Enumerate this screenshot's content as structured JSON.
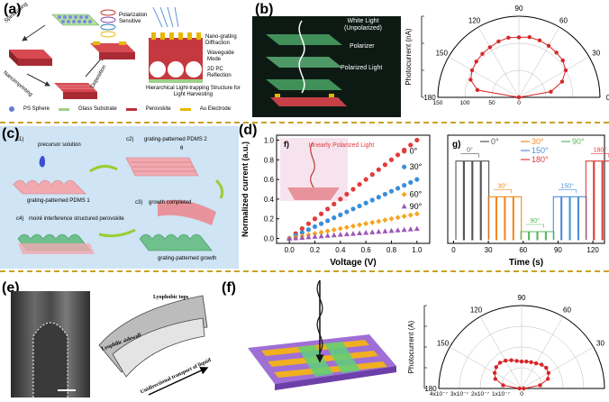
{
  "row1": {
    "panel_a": {
      "label": "(a)",
      "steps": {
        "spincoating": "Spincoating",
        "nanoimprinting": "Nanoimprinting",
        "deposition": "Deposition"
      },
      "annotations": {
        "polarization_sensitive": "Polarization\nSensitive",
        "nanograting": "Nano-grating\nDiffraction",
        "waveguide": "Waveguide\nMode",
        "pc2d": "2D PC\nReflection",
        "hierarchical": "Hierarchical Light-trapping Structure for\nLight Harvesting"
      },
      "legend": {
        "ps": "PS Sphere",
        "glass": "Glass Substrate",
        "perovskite": "Perovskite",
        "au": "Au Electrode"
      },
      "colors": {
        "perovskite": "#b8323a",
        "au": "#e6b800",
        "glass": "#9fd08a",
        "ps": "#6b7bd1"
      }
    },
    "panel_b": {
      "label": "(b)",
      "illustration_text": {
        "white_light": "White Light\n(Unpolarized)",
        "polarizer": "Polarizer",
        "polarized_light": "Polarized Light"
      },
      "polar": {
        "ylabel": "Photocurrent (nA)",
        "r_ticks": [
          "0",
          "50",
          "100",
          "150"
        ],
        "r_max": 150,
        "angle_labels": [
          "0",
          "30",
          "60",
          "90",
          "120",
          "150",
          "180"
        ],
        "angles_deg": [
          0,
          10,
          20,
          30,
          40,
          50,
          60,
          70,
          80,
          90,
          100,
          110,
          120,
          130,
          140,
          150,
          160,
          170,
          180
        ],
        "values_nA": [
          0,
          60,
          85,
          100,
          106,
          108,
          110,
          112,
          113,
          111,
          112,
          110,
          107,
          105,
          103,
          100,
          95,
          78,
          0
        ],
        "color": "#d62728"
      }
    }
  },
  "row2": {
    "panel_c": {
      "label": "(c)",
      "steps": {
        "c1": "c1)",
        "c1_text": "precursor solution",
        "c1_bottom": "grating-patterned PDMS 1",
        "c2": "c2)",
        "c2_text": "grating-patterned PDMS 2",
        "c2_angle": "θ",
        "c3": "c3)",
        "c3_text": "growth completed",
        "c3_bottom": "grating-patterned growth",
        "c4": "c4)",
        "c4_text": "moiré interference structured perovskite"
      }
    },
    "panel_d": {
      "label": "(d)",
      "inset_label": "f)",
      "inset_text": "Linearly Polarized Light",
      "chart_data": {
        "type": "scatter",
        "xlabel": "Voltage (V)",
        "ylabel": "Normalized current (a.u.)",
        "xlim": [
          -0.1,
          1.1
        ],
        "ylim": [
          -0.05,
          1.05
        ],
        "xticks": [
          "0.0",
          "0.2",
          "0.4",
          "0.6",
          "0.8",
          "1.0"
        ],
        "yticks": [
          "0.0",
          "0.2",
          "0.4",
          "0.6",
          "0.8",
          "1.0"
        ],
        "x": [
          0.0,
          0.05,
          0.1,
          0.15,
          0.2,
          0.25,
          0.3,
          0.35,
          0.4,
          0.45,
          0.5,
          0.55,
          0.6,
          0.65,
          0.7,
          0.75,
          0.8,
          0.85,
          0.9,
          0.95,
          1.0
        ],
        "series": [
          {
            "name": "0°",
            "slope": 1.0,
            "color": "#e03c3c",
            "marker": "circle"
          },
          {
            "name": "30°",
            "slope": 0.6,
            "color": "#3a8fd9",
            "marker": "circle"
          },
          {
            "name": "60°",
            "slope": 0.25,
            "color": "#f5a623",
            "marker": "diamond"
          },
          {
            "name": "90°",
            "slope": 0.1,
            "color": "#9b59b6",
            "marker": "triangle"
          }
        ]
      }
    },
    "panel_g": {
      "label": "g)",
      "chart_data": {
        "type": "line",
        "xlabel": "Time (s)",
        "xlim": [
          -5,
          130
        ],
        "xticks": [
          "0",
          "30",
          "60",
          "90",
          "120"
        ],
        "legend": [
          "0°",
          "30°",
          "90°",
          "150°",
          "180°"
        ],
        "series": [
          {
            "name": "0°",
            "start": 2,
            "level": 0.97,
            "color": "#555555"
          },
          {
            "name": "30°",
            "start": 30,
            "level": 0.53,
            "color": "#f08a24"
          },
          {
            "name": "90°",
            "start": 58,
            "level": 0.1,
            "color": "#5cb85c"
          },
          {
            "name": "150°",
            "start": 86,
            "level": 0.53,
            "color": "#4f8fd6"
          },
          {
            "name": "180°",
            "start": 114,
            "level": 0.97,
            "color": "#e03c3c"
          }
        ],
        "annotations": [
          "0°",
          "30°",
          "90°",
          "150°",
          "180°"
        ]
      }
    }
  },
  "row3": {
    "panel_e": {
      "label": "(e)",
      "text": {
        "top": "Lyophobic tops",
        "side": "Lyophilic sidewall",
        "arrow": "Unidirectional transport of liquid"
      }
    },
    "panel_f": {
      "label": "(f)",
      "polar": {
        "ylabel": "Photocurrent (A)",
        "r_ticks": [
          "0",
          "1x10⁻⁷",
          "2x10⁻⁷",
          "3x10⁻⁷",
          "4x10⁻⁷"
        ],
        "r_max": 4,
        "angle_labels": [
          "0",
          "30",
          "60",
          "90",
          "120",
          "150",
          "180"
        ],
        "angles_deg": [
          0,
          10,
          20,
          30,
          40,
          50,
          60,
          70,
          80,
          90,
          100,
          110,
          120,
          130,
          140,
          150,
          160,
          170,
          180
        ],
        "values_e7": [
          0.1,
          0.9,
          1.35,
          1.5,
          1.55,
          1.5,
          1.4,
          1.35,
          1.32,
          1.3,
          1.35,
          1.45,
          1.55,
          1.62,
          1.6,
          1.5,
          1.35,
          0.9,
          0.1
        ],
        "color": "#d62728"
      }
    }
  }
}
